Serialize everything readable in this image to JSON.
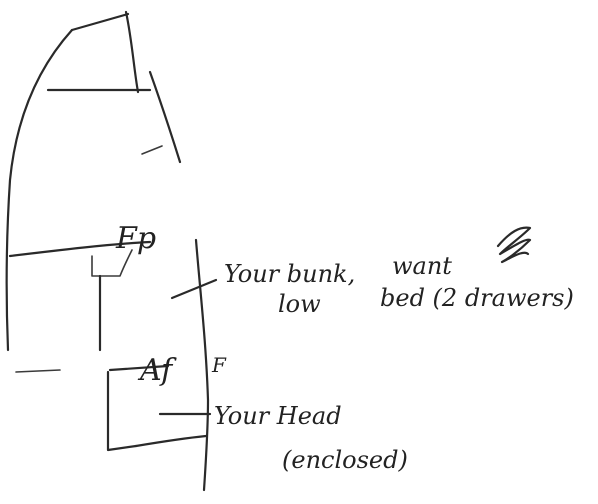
{
  "labels": {
    "fp": "Fp",
    "af": "Af",
    "f": "F",
    "your_bunk_line1": "Your bunk,",
    "your_bunk_line2": "low",
    "want_line1": "want",
    "want_line2": "bed (2 drawers)",
    "your_head_line1": "Your Head",
    "your_head_line2": "(enclosed)"
  },
  "colors": {
    "ink": "#2a2a2a",
    "paper": "#ffffff"
  }
}
